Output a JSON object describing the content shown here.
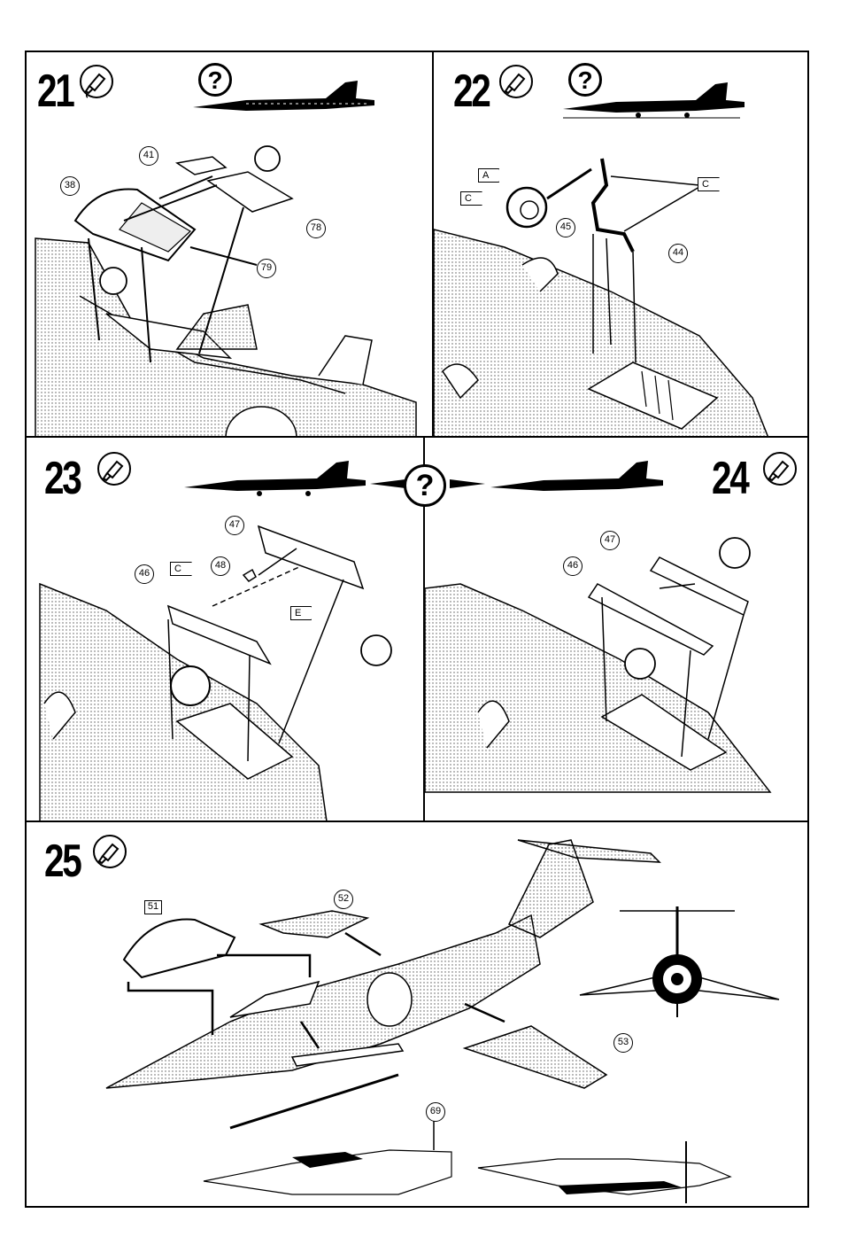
{
  "steps": [
    {
      "number": "21",
      "glue": "glue-tube-icon",
      "help": "?",
      "parts": [
        "41",
        "38",
        "78",
        "79"
      ]
    },
    {
      "number": "22",
      "glue": "glue-tube-icon",
      "help": "?",
      "parts": [
        "45",
        "44"
      ],
      "flags": [
        "A",
        "C",
        "C"
      ]
    },
    {
      "number": "23",
      "glue": "glue-tube-icon",
      "parts": [
        "47",
        "48",
        "46"
      ],
      "flags": [
        "C",
        "E"
      ]
    },
    {
      "number": "24",
      "glue": "glue-tube-icon",
      "parts": [
        "47",
        "46"
      ]
    },
    {
      "number": "25",
      "glue": "glue-tube-icon",
      "parts": [
        "51",
        "52",
        "53",
        "69"
      ]
    }
  ],
  "shared_help": "?",
  "colors": {
    "ink": "#000000",
    "paper": "#ffffff",
    "shade": "#c8c8c8"
  }
}
